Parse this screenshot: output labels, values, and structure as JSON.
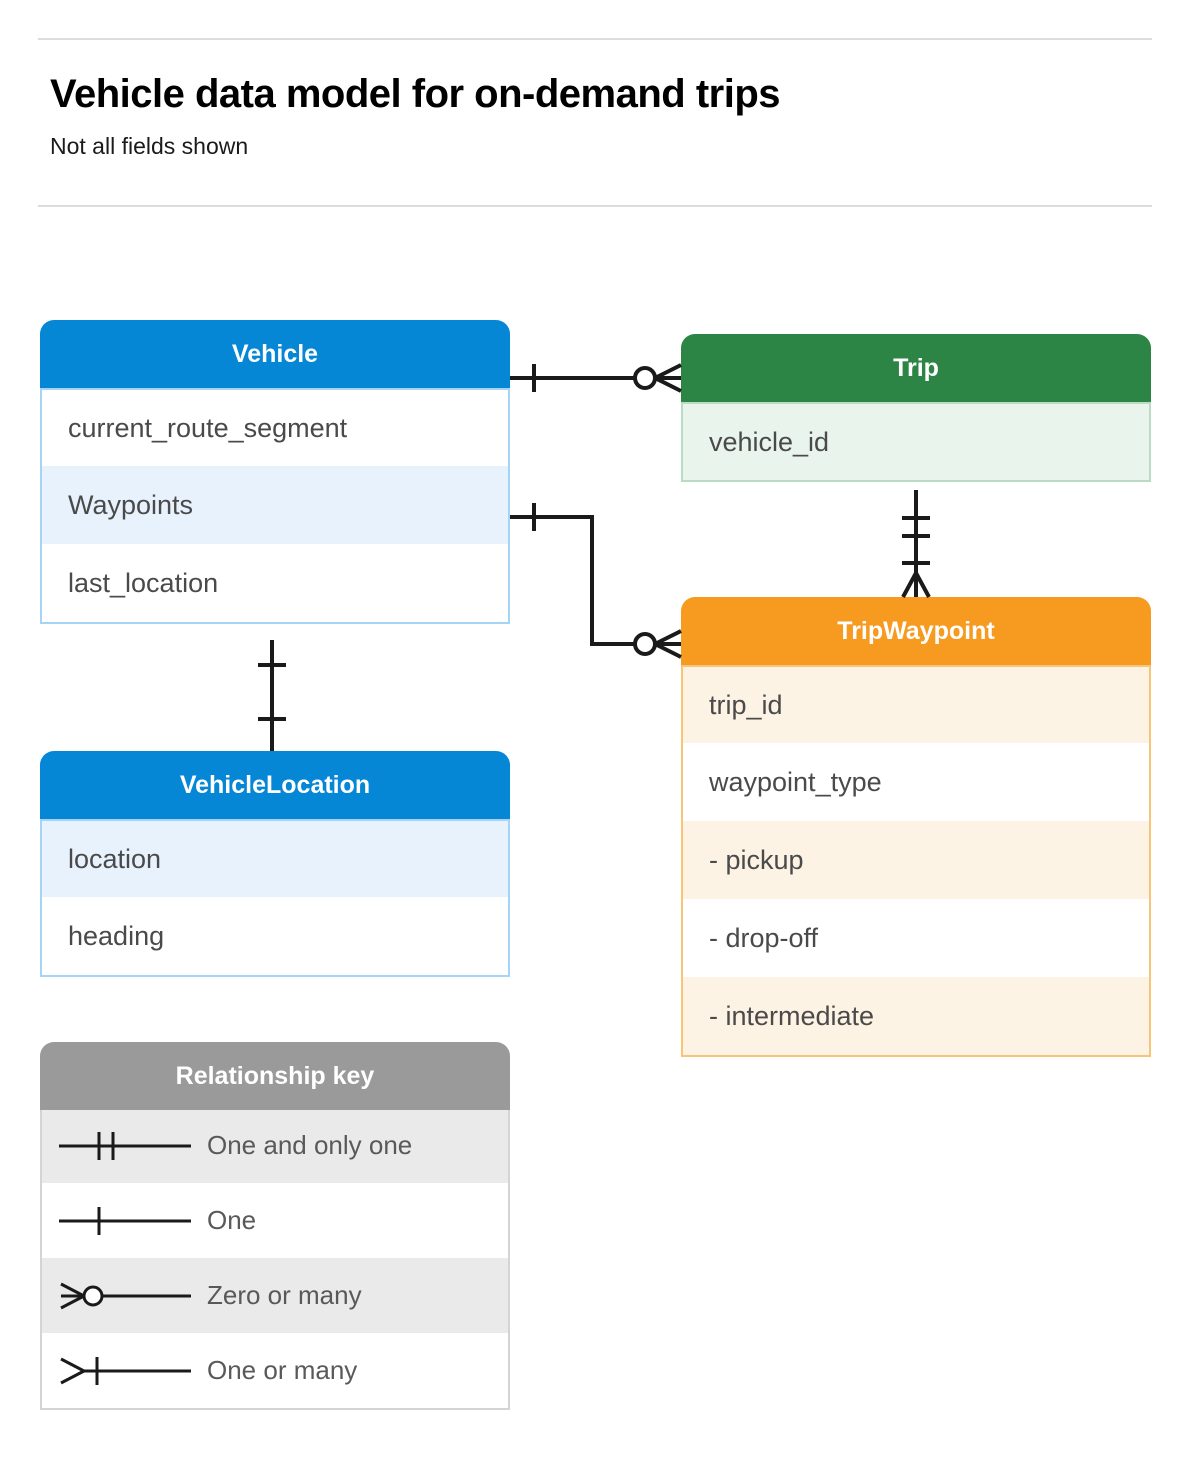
{
  "header": {
    "title": "Vehicle data model for on-demand trips",
    "subtitle": "Not all fields shown"
  },
  "colors": {
    "blue": "#0587d6",
    "blue_row": "#e8f2fd",
    "blue_border": "#a6d4f5",
    "green": "#2c8545",
    "green_row": "#e9f4ec",
    "green_border": "#b9dcc3",
    "orange": "#f79a20",
    "orange_row": "#fdf3e4",
    "orange_border": "#f8c477",
    "gray": "#9a9a9a",
    "gray_row": "#eaeaea",
    "connector": "#1a1a1a"
  },
  "entities": [
    {
      "id": "vehicle",
      "name": "Vehicle",
      "theme": "blue",
      "fields": [
        {
          "label": "current_route_segment",
          "shaded": false
        },
        {
          "label": "Waypoints",
          "shaded": true
        },
        {
          "label": "last_location",
          "shaded": false
        }
      ]
    },
    {
      "id": "trip",
      "name": "Trip",
      "theme": "green",
      "fields": [
        {
          "label": "vehicle_id",
          "shaded": true
        }
      ]
    },
    {
      "id": "trip-waypoint",
      "name": "TripWaypoint",
      "theme": "orange",
      "fields": [
        {
          "label": "trip_id",
          "shaded": true
        },
        {
          "label": "waypoint_type",
          "shaded": false
        },
        {
          "label": "-  pickup",
          "shaded": true
        },
        {
          "label": "-  drop-off",
          "shaded": false
        },
        {
          "label": "-  intermediate",
          "shaded": true
        }
      ]
    },
    {
      "id": "vehicle-location",
      "name": "VehicleLocation",
      "theme": "blue",
      "fields": [
        {
          "label": "location",
          "shaded": true
        },
        {
          "label": "heading",
          "shaded": false
        }
      ]
    }
  ],
  "legend": {
    "title": "Relationship key",
    "rows": [
      {
        "label": "One and only one",
        "symbol": "one-and-only-one",
        "shaded": true
      },
      {
        "label": "One",
        "symbol": "one",
        "shaded": false
      },
      {
        "label": "Zero or many",
        "symbol": "zero-or-many",
        "shaded": true
      },
      {
        "label": "One or many",
        "symbol": "one-or-many",
        "shaded": false
      }
    ]
  },
  "relationships": [
    {
      "id": "vehicle-to-trip",
      "from": "Vehicle",
      "to": "Trip",
      "from_cardinality": "One",
      "to_cardinality": "Zero or many"
    },
    {
      "id": "vehicle-waypoints-to-tripwaypoint",
      "from": "Vehicle.Waypoints",
      "to": "TripWaypoint",
      "from_cardinality": "One",
      "to_cardinality": "Zero or many"
    },
    {
      "id": "trip-to-tripwaypoint",
      "from": "Trip",
      "to": "TripWaypoint",
      "from_cardinality": "One and only one",
      "to_cardinality": "One or many"
    },
    {
      "id": "vehicle-to-vehiclelocation",
      "from": "Vehicle",
      "to": "VehicleLocation",
      "from_cardinality": "One",
      "to_cardinality": "One"
    }
  ]
}
